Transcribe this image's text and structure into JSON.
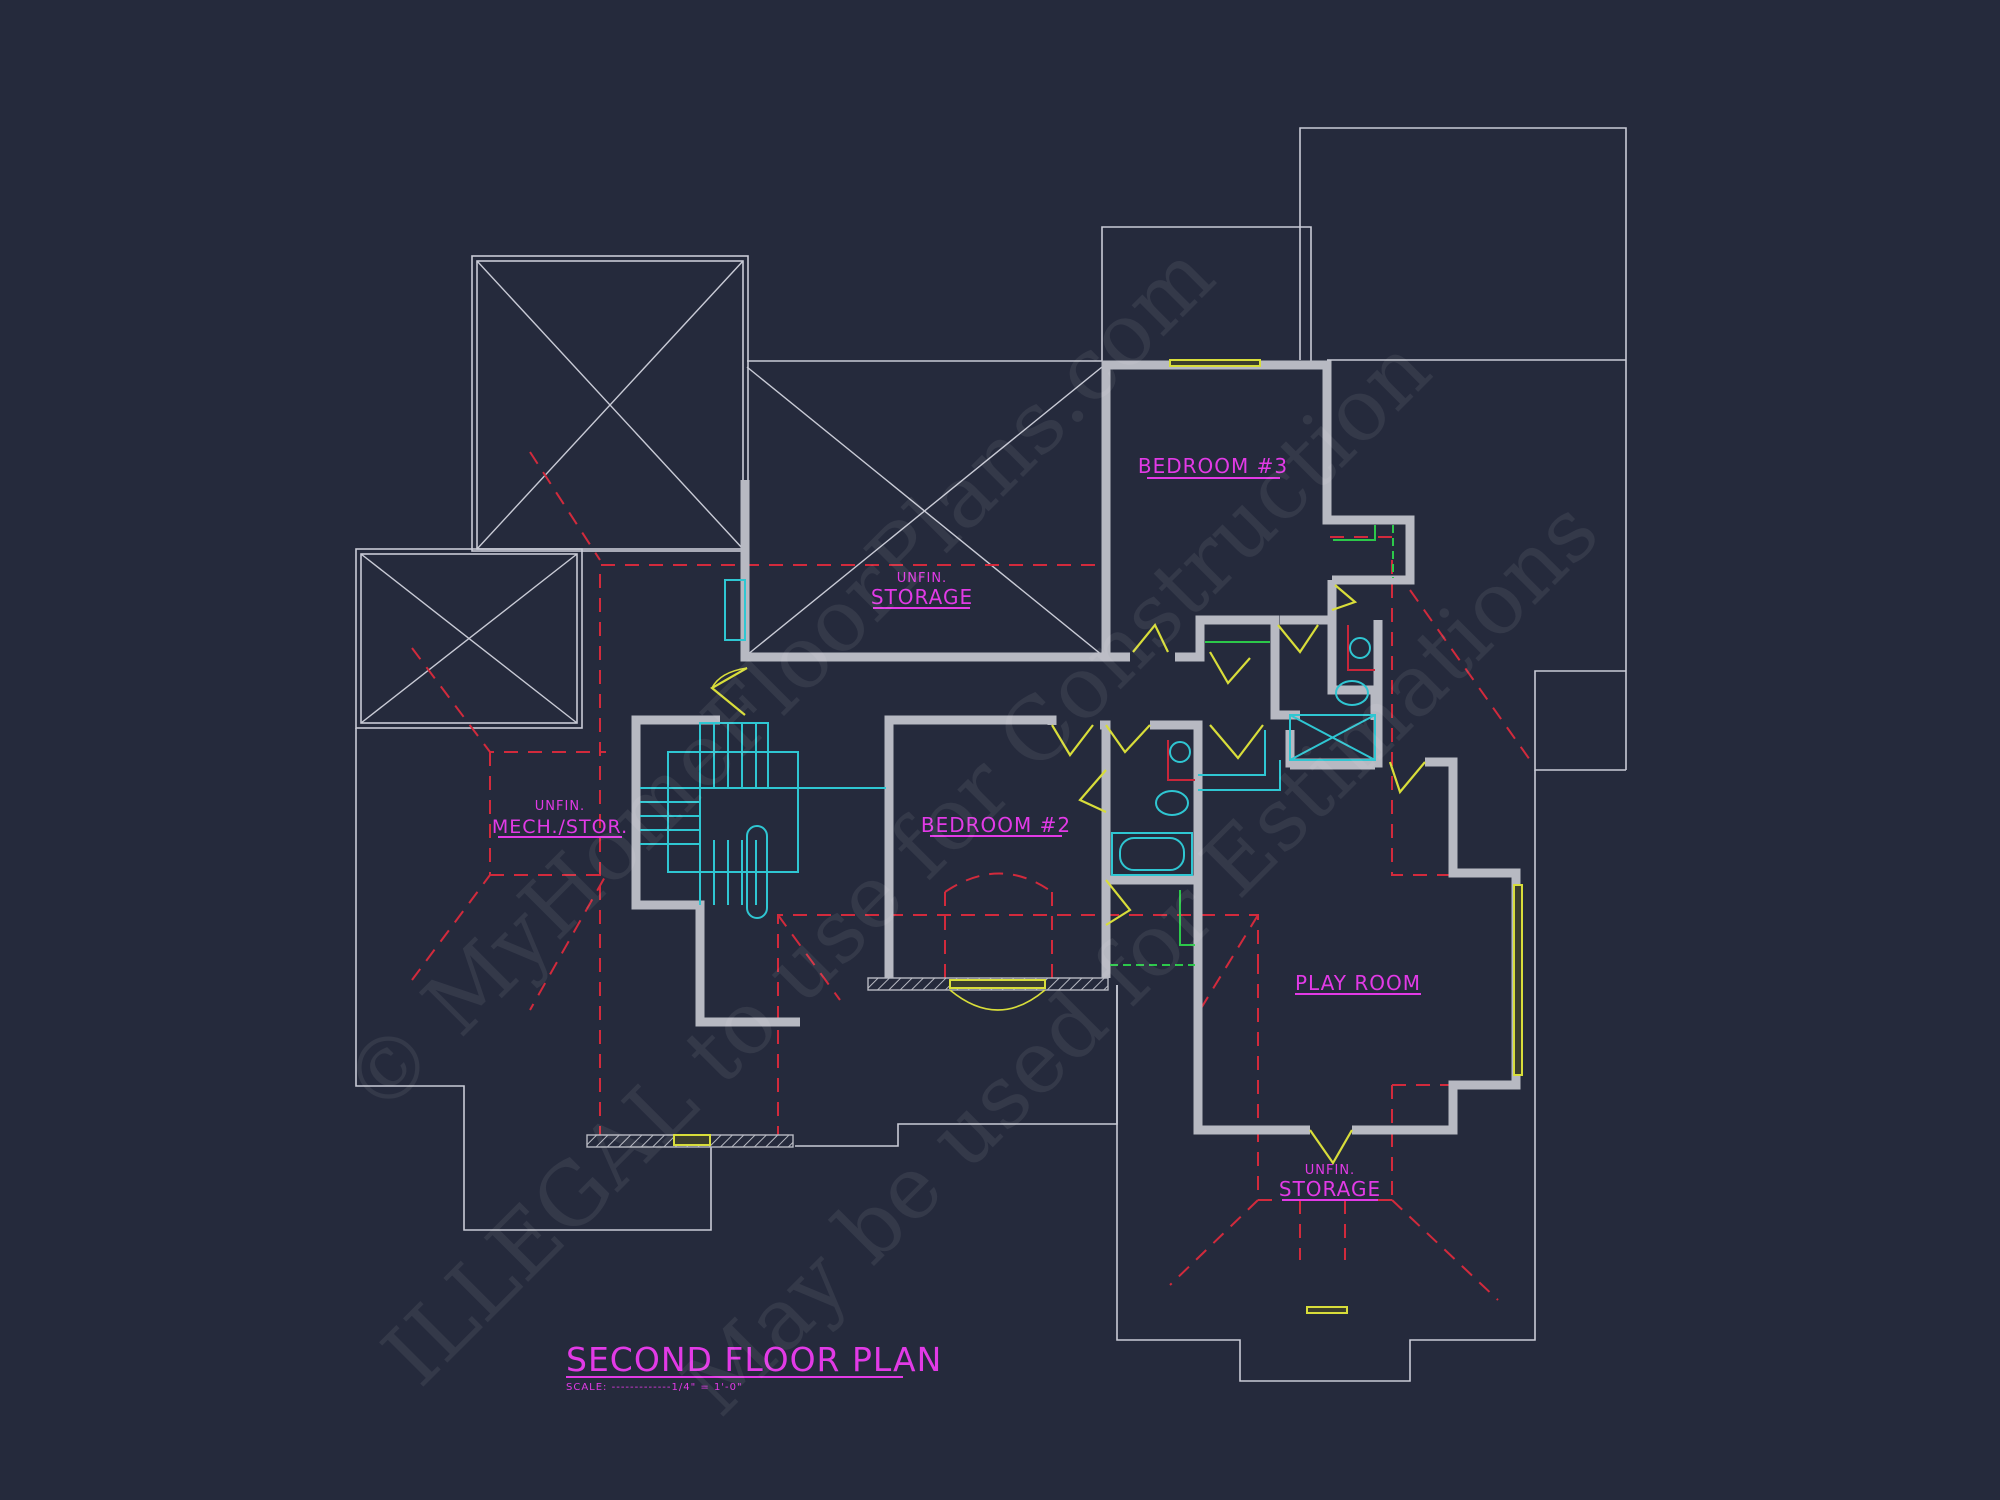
{
  "drawing": {
    "title": "SECOND FLOOR PLAN",
    "scale_label": "SCALE: -------------1/4\" = 1'-0\"",
    "background": "#252a3c",
    "colors": {
      "labels": "#e23ae6",
      "walls": "#b7b9c2",
      "outline": "#c9cbd6",
      "hidden_lines": "#d22a3c",
      "doors_windows": "#d8dd3a",
      "fixtures": "#2fc6d2",
      "shelving": "#2cc84a"
    }
  },
  "rooms": [
    {
      "id": "bedroom-3",
      "line1": "",
      "line2": "BEDROOM #3"
    },
    {
      "id": "unfin-storage-top",
      "line1": "UNFIN.",
      "line2": "STORAGE"
    },
    {
      "id": "unfin-mech-stor",
      "line1": "UNFIN.",
      "line2": "MECH./STOR."
    },
    {
      "id": "bedroom-2",
      "line1": "",
      "line2": "BEDROOM #2"
    },
    {
      "id": "play-room",
      "line1": "",
      "line2": "PLAY ROOM"
    },
    {
      "id": "unfin-storage-bottom",
      "line1": "UNFIN.",
      "line2": "STORAGE"
    }
  ],
  "watermark": {
    "line1": "© MyHomeFloorPlans.com",
    "line2": "ILLEGAL to use for Construction",
    "line3": "May be used for Estimations"
  }
}
